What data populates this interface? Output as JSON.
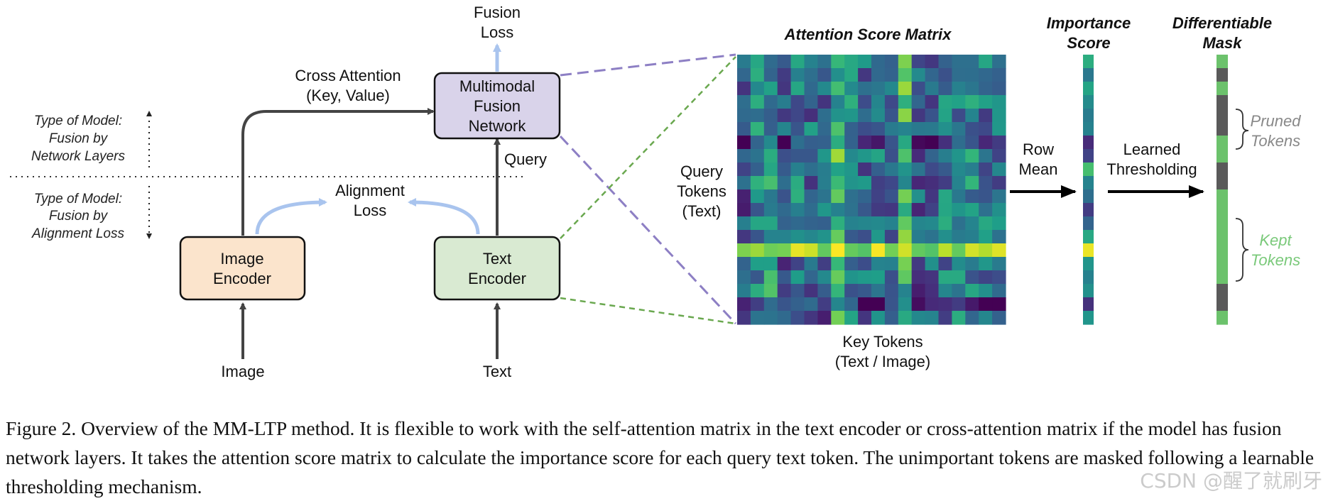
{
  "diagram": {
    "model_type_fusion_layers": [
      "Type of Model:",
      "Fusion by",
      "Network Layers"
    ],
    "model_type_alignment": [
      "Type of Model:",
      "Fusion by",
      "Alignment Loss"
    ],
    "fusion_loss": [
      "Fusion",
      "Loss"
    ],
    "cross_attention": [
      "Cross Attention",
      "(Key, Value)"
    ],
    "multimodal_fusion": [
      "Multimodal",
      "Fusion",
      "Network"
    ],
    "query": "Query",
    "alignment_loss": [
      "Alignment",
      "Loss"
    ],
    "image_encoder": [
      "Image",
      "Encoder"
    ],
    "text_encoder": [
      "Text",
      "Encoder"
    ],
    "image_input": "Image",
    "text_input": "Text",
    "attention_matrix_title": "Attention Score Matrix",
    "query_tokens": [
      "Query",
      "Tokens",
      "(Text)"
    ],
    "key_tokens": [
      "Key Tokens",
      "(Text / Image)"
    ],
    "row_mean": [
      "Row",
      "Mean"
    ],
    "learned_thresholding": [
      "Learned",
      "Thresholding"
    ],
    "importance_score": [
      "Importance",
      "Score"
    ],
    "differentiable_mask": [
      "Differentiable",
      "Mask"
    ],
    "pruned_tokens": [
      "Pruned",
      "Tokens"
    ],
    "kept_tokens": [
      "Kept",
      "Tokens"
    ]
  },
  "colors": {
    "fusion_box": "#d9d3ea",
    "image_encoder_box": "#fbe4cc",
    "text_encoder_box": "#d9ead2",
    "alignment_arrow": "#a9c4ee",
    "purple_dash": "#8d7fc4",
    "green_dash": "#6aa84f",
    "mask_kept": "#6cc26c",
    "mask_pruned": "#5a5a5a",
    "pruned_text": "#888888",
    "kept_text": "#7ac97a"
  },
  "attention_matrix": {
    "rows": 20,
    "cols": 20,
    "colormap": "viridis",
    "highlight_row": 14,
    "dark_rows": [
      6,
      18
    ],
    "bright_cols": [
      2,
      7,
      12,
      17
    ]
  },
  "importance_score": [
    0.62,
    0.4,
    0.58,
    0.48,
    0.42,
    0.44,
    0.12,
    0.2,
    0.7,
    0.45,
    0.36,
    0.18,
    0.32,
    0.6,
    0.97,
    0.52,
    0.44,
    0.5,
    0.14,
    0.52
  ],
  "differentiable_mask": [
    1,
    0,
    1,
    0,
    0,
    0,
    1,
    1,
    0,
    0,
    1,
    1,
    1,
    1,
    1,
    1,
    1,
    0,
    0,
    1
  ],
  "caption": "Figure 2. Overview of the MM-LTP method. It is flexible to work with the self-attention matrix in the text encoder or cross-attention matrix if the model has fusion network layers. It takes the attention score matrix to calculate the importance score for each query text token. The unimportant tokens are masked following a learnable thresholding mechanism.",
  "watermark": "CSDN @醒了就刷牙"
}
